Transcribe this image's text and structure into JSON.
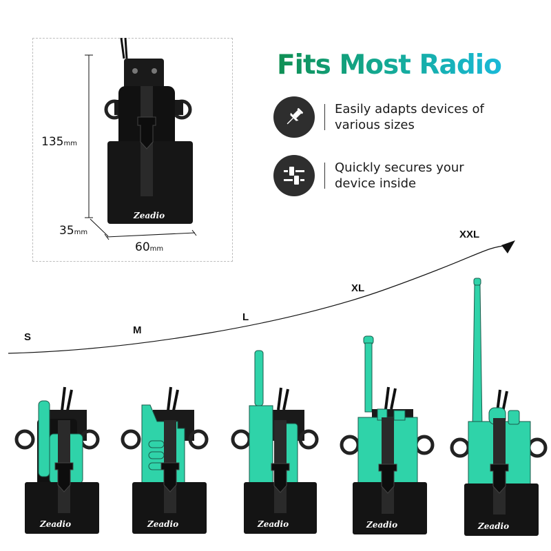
{
  "dimensions_panel": {
    "height": {
      "value": "135",
      "unit": "mm"
    },
    "depth": {
      "value": "35",
      "unit": "mm"
    },
    "width": {
      "value": "60",
      "unit": "mm"
    },
    "brand_on_pouch": "Zeadio"
  },
  "header": {
    "title": "Fits Most Radio",
    "title_gradient": [
      "#0f8f53",
      "#14a890",
      "#19b9d8"
    ]
  },
  "features": [
    {
      "icon": "pushpin-icon",
      "line1": "Easily adapts devices of",
      "line2": "various sizes"
    },
    {
      "icon": "sliders-icon",
      "line1": "Quickly secures your",
      "line2": "device inside"
    }
  ],
  "size_scale": {
    "labels": [
      "S",
      "M",
      "L",
      "XL",
      "XXL"
    ],
    "arrow": "growth-arrow"
  },
  "holsters": [
    {
      "size": "S",
      "brand": "Zeadio"
    },
    {
      "size": "M",
      "brand": "Zeadio"
    },
    {
      "size": "L",
      "brand": "Zeadio"
    },
    {
      "size": "XL",
      "brand": "Zeadio"
    },
    {
      "size": "XXL",
      "brand": "Zeadio"
    }
  ],
  "colors": {
    "radio_fill": "#2fd3a9",
    "radio_outline": "#1b5a4a",
    "pouch": "#141414",
    "icon_circle": "#2e2e2e"
  }
}
